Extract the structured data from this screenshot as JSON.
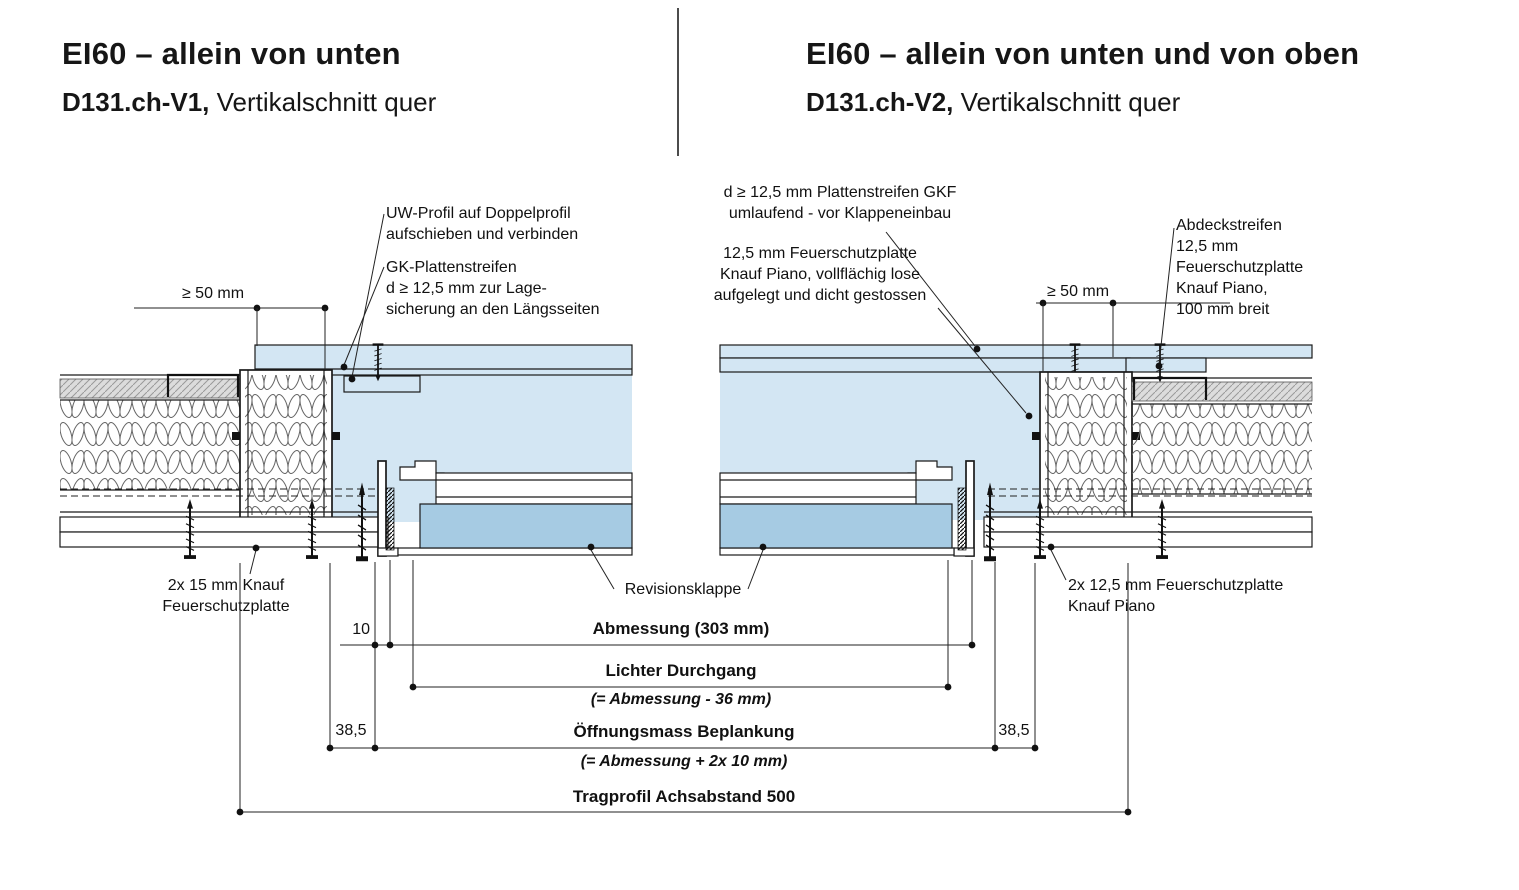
{
  "header": {
    "left": {
      "title": "EI60 – allein von unten",
      "code": "D131.ch-V1,",
      "subtitle_rest": " Vertikalschnitt quer"
    },
    "right": {
      "title": "EI60 – allein von unten und von oben",
      "code": "D131.ch-V2,",
      "subtitle_rest": " Vertikalschnitt quer"
    }
  },
  "callouts": {
    "uw_profil": "UW-Profil auf Doppelprofil\naufschieben und verbinden",
    "gk_plattenstreifen": "GK-Plattenstreifen\nd ≥ 12,5 mm zur Lage-\nsicherung an den Längsseiten",
    "min50_left": "≥ 50 mm",
    "gkf_streifen": "d ≥ 12,5 mm Plattenstreifen GKF\numlaufend - vor Klappeneinbau",
    "piano_lose": "12,5 mm Feuerschutzplatte\nKnauf Piano, vollflächig lose\naufgelegt und dicht gestossen",
    "min50_right": "≥ 50 mm",
    "abdeckstreifen": "Abdeckstreifen\n12,5 mm\nFeuerschutzplatte\nKnauf Piano,\n100 mm breit",
    "knauf_2x15": "2x 15 mm Knauf\nFeuerschutzplatte",
    "revisionsklappe": "Revisionsklappe",
    "piano_2x125": "2x 12,5 mm Feuerschutzplatte\nKnauf Piano"
  },
  "dimensions": {
    "d10": "10",
    "abmessung": "Abmessung (303 mm)",
    "lichter_durchgang": "Lichter Durchgang",
    "abmessung_minus": "(= Abmessung - 36 mm)",
    "d385_left": "38,5",
    "d385_right": "38,5",
    "oeffnungsmass": "Öffnungsmass Beplankung",
    "abmessung_plus": "(= Abmessung + 2x 10 mm)",
    "tragprofil": "Tragprofil Achsabstand 500"
  },
  "colors": {
    "line": "#1a1a1a",
    "light_blue": "#d3e6f3",
    "panel_blue": "#a6cbe3",
    "hatch_gray": "#dcdcdc"
  }
}
